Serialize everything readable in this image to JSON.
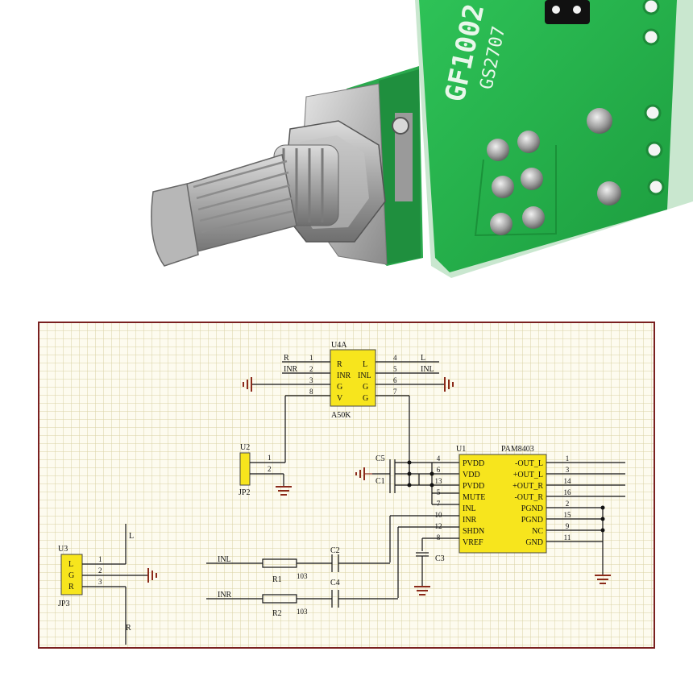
{
  "photo": {
    "board_marking_1": "GF1002",
    "board_marking_2": "GS2707"
  },
  "schematic": {
    "pot": {
      "ref": "U4A",
      "value": "A50K",
      "pins_left": [
        "R",
        "INR",
        "G",
        "V"
      ],
      "pins_right": [
        "L",
        "INL",
        "G",
        "G"
      ],
      "pin_nums_left": [
        "1",
        "2",
        "3",
        "8"
      ],
      "pin_nums_right": [
        "4",
        "5",
        "6",
        "7"
      ],
      "net_r": "R",
      "net_inr": "INR",
      "net_l": "L",
      "net_inl": "INL"
    },
    "u2": {
      "ref": "U2",
      "value": "JP2",
      "pin1": "1",
      "pin2": "2"
    },
    "u3": {
      "ref": "U3",
      "value": "JP3",
      "pins": [
        "L",
        "G",
        "R"
      ],
      "pin_nums": [
        "1",
        "2",
        "3"
      ],
      "net_l": "L",
      "net_r": "R"
    },
    "amp": {
      "ref": "U1",
      "value": "PAM8403",
      "pins_left": [
        "PVDD",
        "VDD",
        "PVDD",
        "MUTE",
        "INL",
        "INR",
        "SHDN",
        "VREF"
      ],
      "pins_right": [
        "-OUT_L",
        "+OUT_L",
        "+OUT_R",
        "-OUT_R",
        "PGND",
        "PGND",
        "NC",
        "GND"
      ],
      "nums_left": [
        "4",
        "6",
        "13",
        "5",
        "7",
        "10",
        "12",
        "8"
      ],
      "nums_right": [
        "1",
        "3",
        "14",
        "16",
        "2",
        "15",
        "9",
        "11"
      ]
    },
    "caps": {
      "c5": "C5",
      "c1": "C1",
      "c2": "C2",
      "c4": "C4",
      "c3": "C3"
    },
    "resistors": {
      "r1": "R1",
      "r1_val": "103",
      "r2": "R2",
      "r2_val": "103"
    },
    "inputs": {
      "inl": "INL",
      "inr": "INR"
    },
    "colors": {
      "pcb": "#22b24b",
      "grid": "#d6cfa0",
      "border": "#7a2020",
      "part": "#f7e51d",
      "wire": "#111111",
      "ground": "#8b2a1a"
    }
  }
}
